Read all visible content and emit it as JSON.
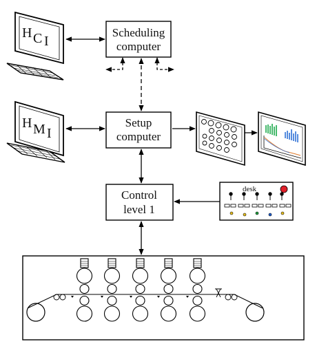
{
  "boxes": {
    "scheduling_line1": "Scheduling",
    "scheduling_line2": "computer",
    "setup_line1": "Setup",
    "setup_line2": "computer",
    "control_line1": "Control",
    "control_line2": "level 1"
  },
  "terminals": {
    "hci_letters": [
      "H",
      "C",
      "I"
    ],
    "hmi_letters": [
      "H",
      "M",
      "I"
    ]
  },
  "desk": {
    "label": "desk"
  },
  "icons": {
    "workstation_hci": "desktop-computer-icon",
    "workstation_hmi": "desktop-computer-icon",
    "monitor_schematic": "monitor-schematic-icon",
    "monitor_chart": "monitor-chart-icon",
    "control_desk": "control-desk-icon",
    "rolling_mill": "rolling-mill-stands-icon"
  },
  "colors": {
    "line": "#000000",
    "chart_green": "#1aa84a",
    "chart_blue": "#2b6fd6",
    "chart_orange": "#e07a2a",
    "desk_red": "#e0202a",
    "desk_yellow": "#e8c020",
    "desk_green": "#20a040",
    "desk_blue": "#2060d0"
  }
}
